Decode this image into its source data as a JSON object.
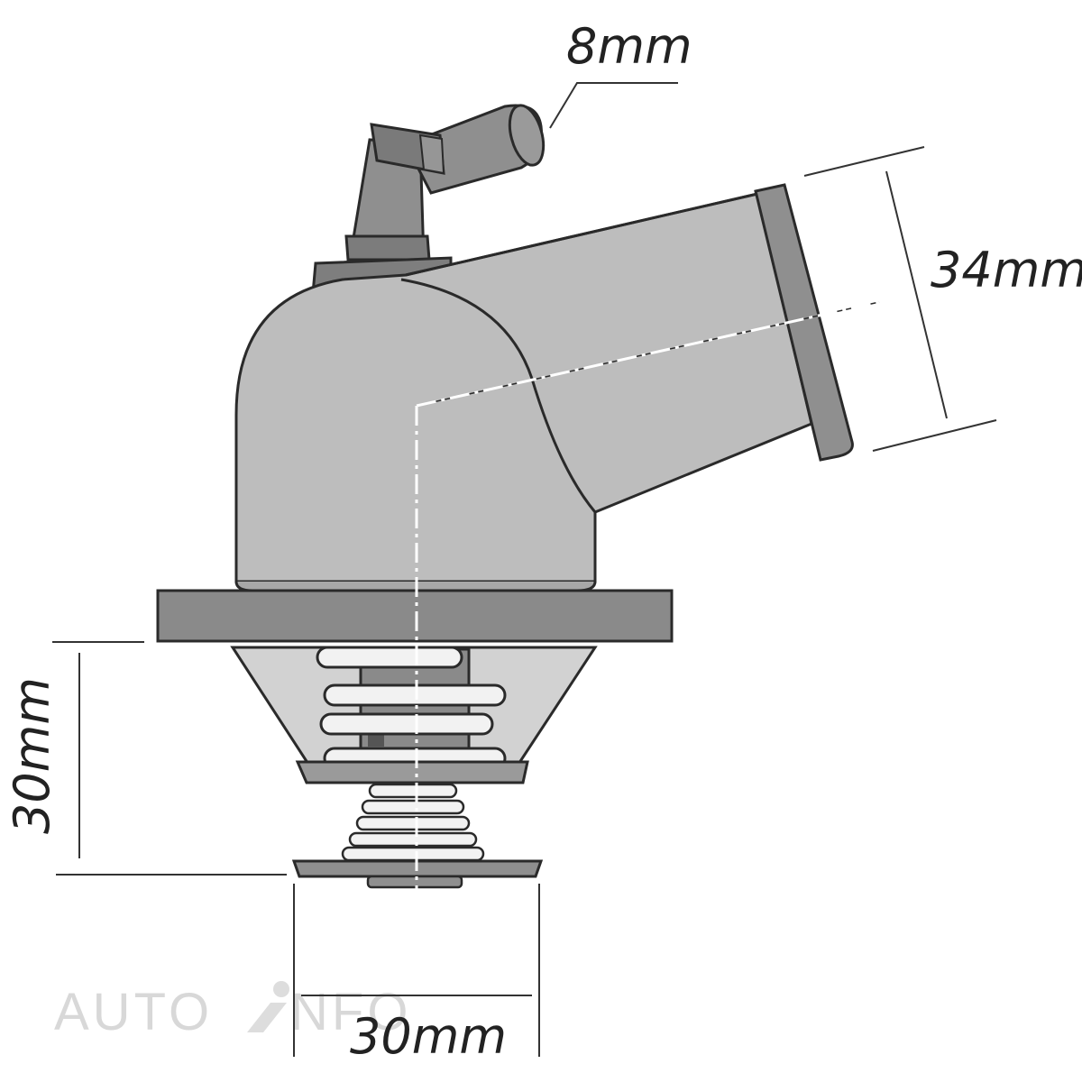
{
  "dimensions": {
    "pipe_outer": "8mm",
    "outlet_diameter": "34mm",
    "valve_height": "30mm",
    "valve_diameter": "30mm"
  },
  "watermark": {
    "left": "AUTO",
    "right": "NFO"
  },
  "colors": {
    "housing": "#bdbdbd",
    "flange": "#8a8a8a",
    "pipe": "#8f8f8f",
    "spring_cage": "#d2d2d2",
    "outline": "#2a2a2a"
  }
}
